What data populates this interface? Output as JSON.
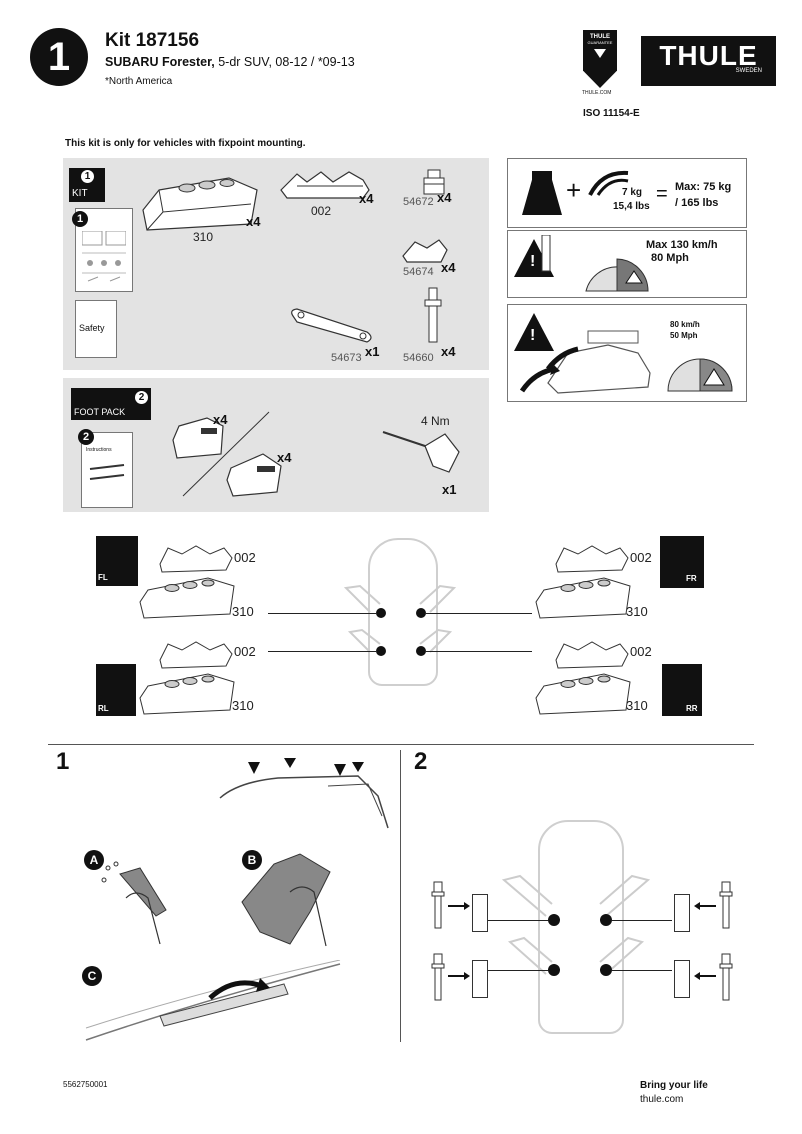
{
  "header": {
    "step_number": "1",
    "kit_title": "Kit 187156",
    "vehicle_bold": "SUBARU Forester,",
    "vehicle_rest": " 5-dr SUV, 08-12 / *09-13",
    "region": "*North America",
    "iso": "ISO 11154-E",
    "badge_top": "THULE",
    "badge_mid": "GUARANTEE",
    "badge_bottom": "THULE.COM",
    "logo": "THULE",
    "logo_sub": "SWEDEN"
  },
  "notice": "This kit is only for vehicles with fixpoint mounting.",
  "kit": {
    "label": "KIT",
    "badge": "1",
    "booklet_num": "1",
    "safety_label": "Safety",
    "parts": [
      {
        "code": "310",
        "qty": "x4"
      },
      {
        "code": "002",
        "qty": "x4"
      },
      {
        "code": "54672",
        "qty": "x4"
      },
      {
        "code": "54674",
        "qty": "x4"
      },
      {
        "code": "54673",
        "qty": "x1"
      },
      {
        "code": "54660",
        "qty": "x4"
      }
    ]
  },
  "foot_pack": {
    "label": "FOOT PACK",
    "badge": "2",
    "booklet_num": "2",
    "booklet_title": "Instructions",
    "qty_a": "x4",
    "qty_b": "x4",
    "torque": "4 Nm",
    "tool_qty": "x1"
  },
  "specs": {
    "weight": "7 kg",
    "weight_lbs": "15,4 lbs",
    "max_load": "Max: 75 kg",
    "max_load_lbs": "/ 165 lbs",
    "max_speed": "Max  130 km/h",
    "max_speed_mph": "80 Mph",
    "reduced_speed": "80 km/h",
    "reduced_speed_mph": "50 Mph"
  },
  "positions": {
    "fl": "FL",
    "fr": "FR",
    "rl": "RL",
    "rr": "RR",
    "code_top": "002",
    "code_bottom": "310"
  },
  "steps": {
    "step1": "1",
    "step2": "2",
    "a": "A",
    "b": "B",
    "c": "C"
  },
  "footer": {
    "doc_number": "5562750001",
    "slogan": "Bring your life",
    "site": "thule.com"
  }
}
